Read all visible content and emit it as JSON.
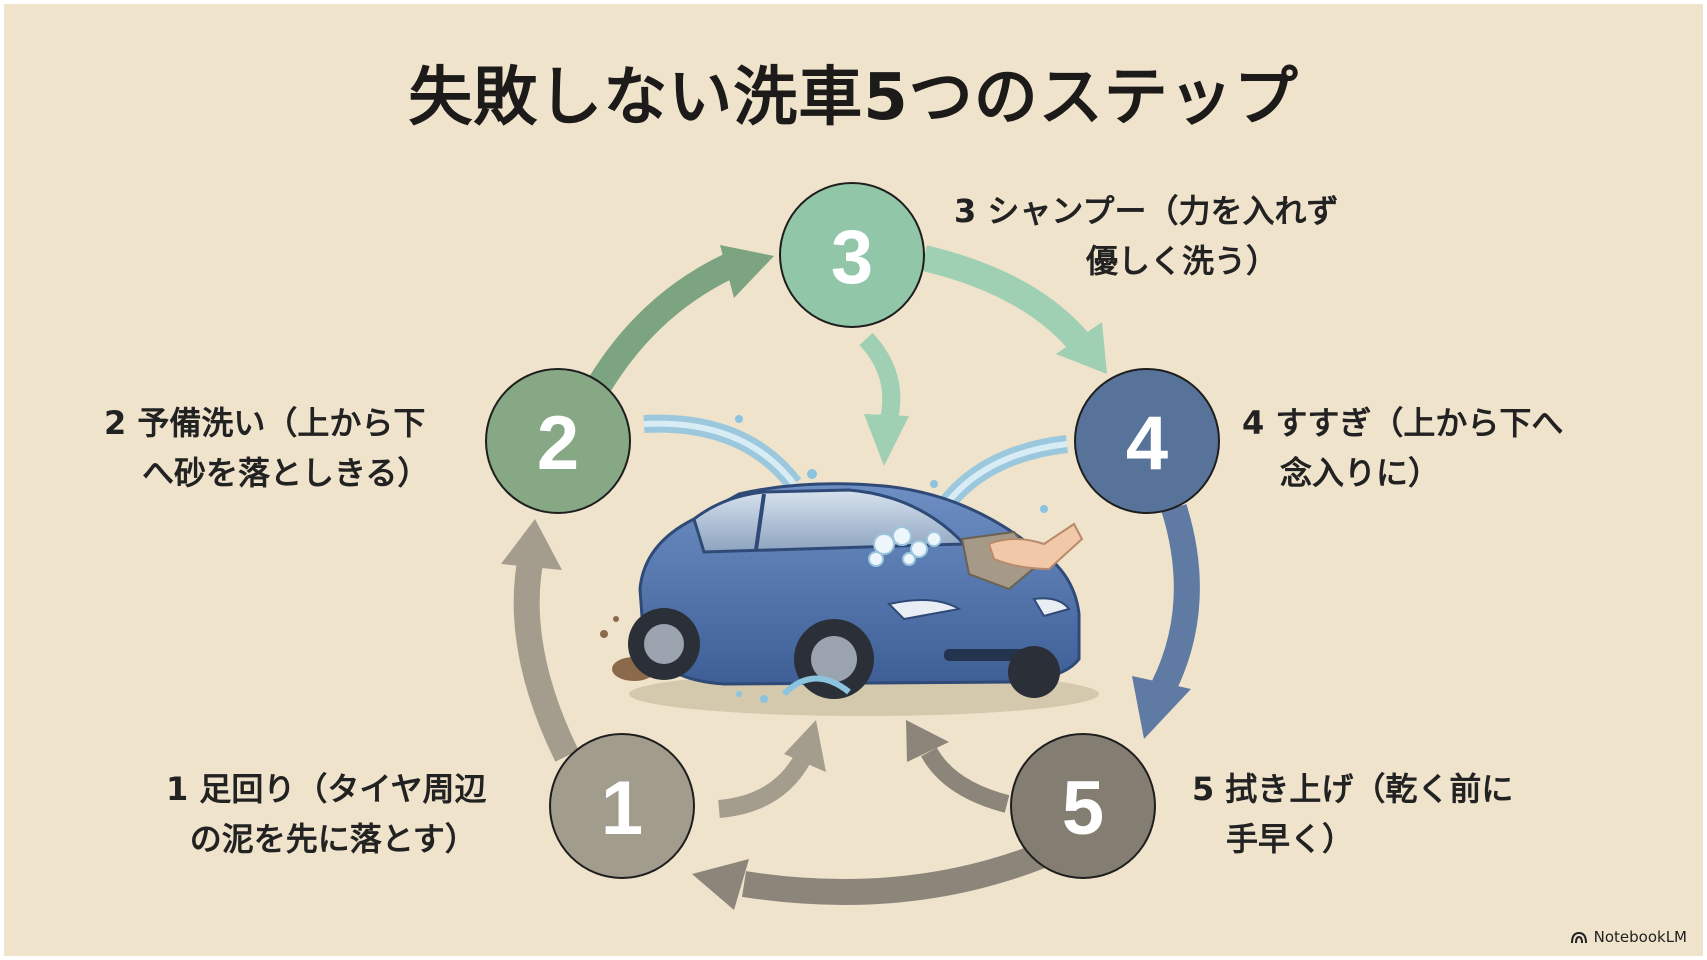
{
  "title": "失敗しない洗車5つのステップ",
  "steps": [
    {
      "number": "1",
      "text": "1 足回り（タイヤ周辺",
      "text2": "の泥を先に落とす）",
      "color": "#a29c8d"
    },
    {
      "number": "2",
      "text": "2 予備洗い（上から下",
      "text2": "へ砂を落としきる）",
      "color": "#86a885"
    },
    {
      "number": "3",
      "text": "3 シャンプー（力を入れず",
      "text2": "優しく洗う）",
      "color": "#92c6a8"
    },
    {
      "number": "4",
      "text": "4 すすぎ（上から下へ",
      "text2": "念入りに）",
      "color": "#58739a"
    },
    {
      "number": "5",
      "text": "5 拭き上げ（乾く前に",
      "text2": "手早く）",
      "color": "#847d72"
    }
  ],
  "illustration": "blue-car-being-washed",
  "brand": {
    "icon": "notebooklm-logo-icon",
    "name": "NotebookLM"
  }
}
